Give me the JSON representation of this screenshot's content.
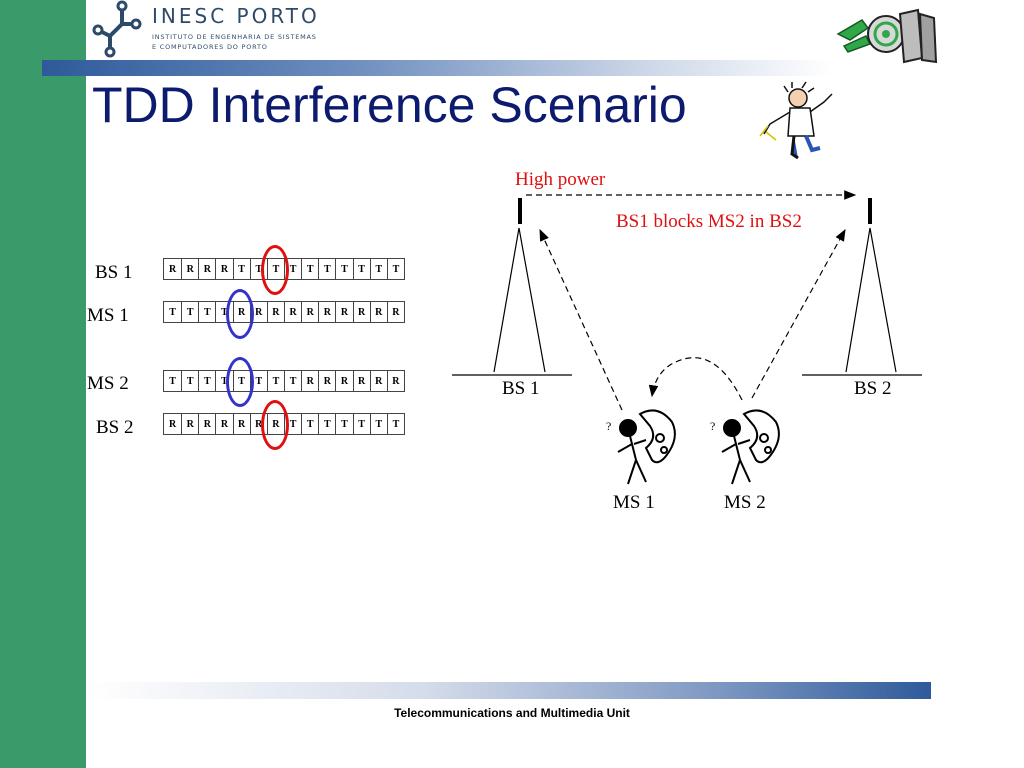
{
  "header": {
    "org_name": "INESC PORTO",
    "org_line1": "INSTITUTO DE ENGENHARIA DE SISTEMAS",
    "org_line2": "E COMPUTADORES DO PORTO",
    "logo_icon": "circuit-node-logo-icon",
    "corner_logo": "droms-logo",
    "mascot": "shocked-scientist-clipart"
  },
  "slide": {
    "title": "TDD Interference Scenario"
  },
  "frames": [
    {
      "label": "BS 1",
      "slots": [
        "R",
        "R",
        "R",
        "R",
        "T",
        "T",
        "T",
        "T",
        "T",
        "T",
        "T",
        "T",
        "T",
        "T"
      ]
    },
    {
      "label": "MS 1",
      "slots": [
        "T",
        "T",
        "T",
        "T",
        "R",
        "R",
        "R",
        "R",
        "R",
        "R",
        "R",
        "R",
        "R",
        "R"
      ]
    },
    {
      "label": "MS 2",
      "slots": [
        "T",
        "T",
        "T",
        "T",
        "T",
        "T",
        "T",
        "T",
        "R",
        "R",
        "R",
        "R",
        "R",
        "R"
      ]
    },
    {
      "label": "BS 2",
      "slots": [
        "R",
        "R",
        "R",
        "R",
        "R",
        "R",
        "R",
        "T",
        "T",
        "T",
        "T",
        "T",
        "T",
        "T"
      ]
    }
  ],
  "diagram": {
    "high_power": "High power",
    "blocks_note": "BS1 blocks MS2 in BS2",
    "bs1_label": "BS 1",
    "bs2_label": "BS 2",
    "ms1_label": "MS 1",
    "ms2_label": "MS 2",
    "mobile_icon": "person-with-phone-clipart"
  },
  "colors": {
    "accent_green": "#3a9a6a",
    "title_blue": "#0d1b6e",
    "highlight_red": "#e01010",
    "highlight_blue": "#3333cc",
    "band_blue": "#2e5a9a"
  },
  "footer": {
    "text": "Telecommunications and Multimedia Unit"
  }
}
